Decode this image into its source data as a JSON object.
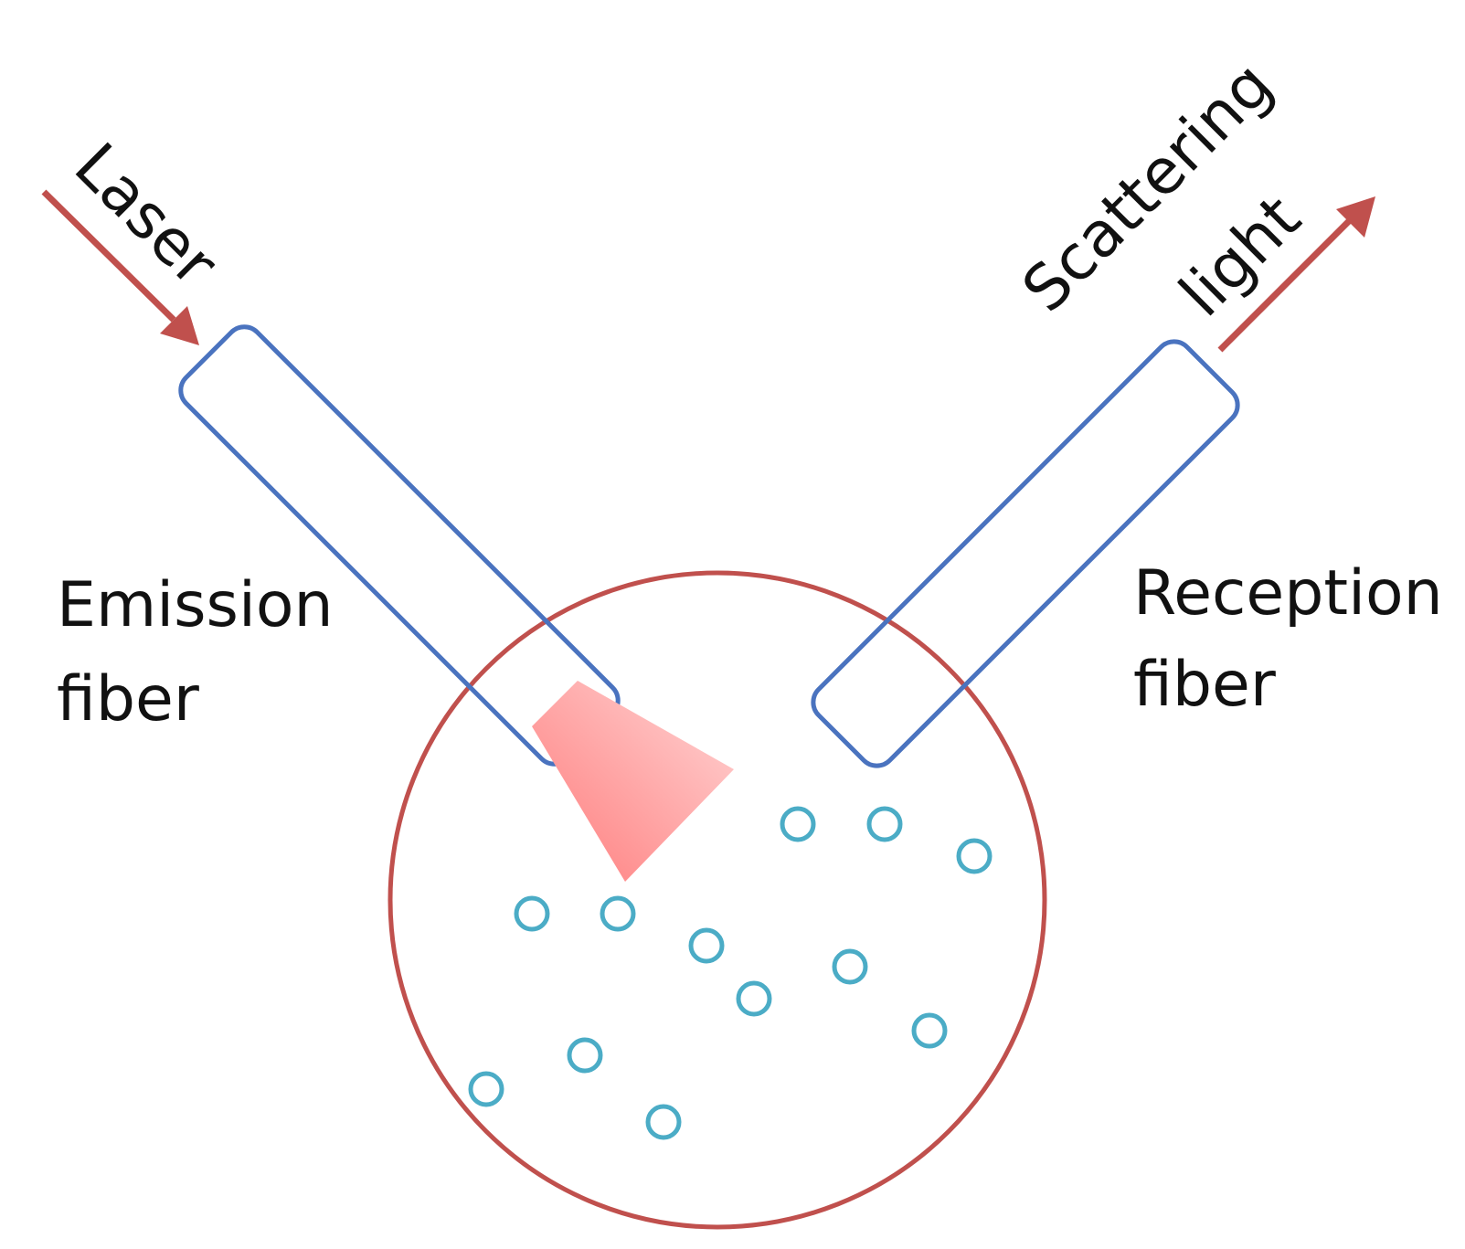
{
  "labels": {
    "laser": "Laser",
    "scattering_line1": "Scattering",
    "scattering_line2": "light",
    "emission_line1": "Emission",
    "emission_line2": "fiber",
    "reception_line1": "Reception",
    "reception_line2": "fiber"
  },
  "colors": {
    "fiber_outline": "#4a73bf",
    "vessel_outline": "#c0504d",
    "arrow": "#c0504d",
    "particle": "#4bacc6",
    "beam_light": "#ffd6d6",
    "beam_dark": "#ff7a7a",
    "text": "#111111"
  },
  "icons": {
    "laser_arrow": "arrow-down-right",
    "scatter_arrow": "arrow-up-right",
    "particles": "ring"
  }
}
